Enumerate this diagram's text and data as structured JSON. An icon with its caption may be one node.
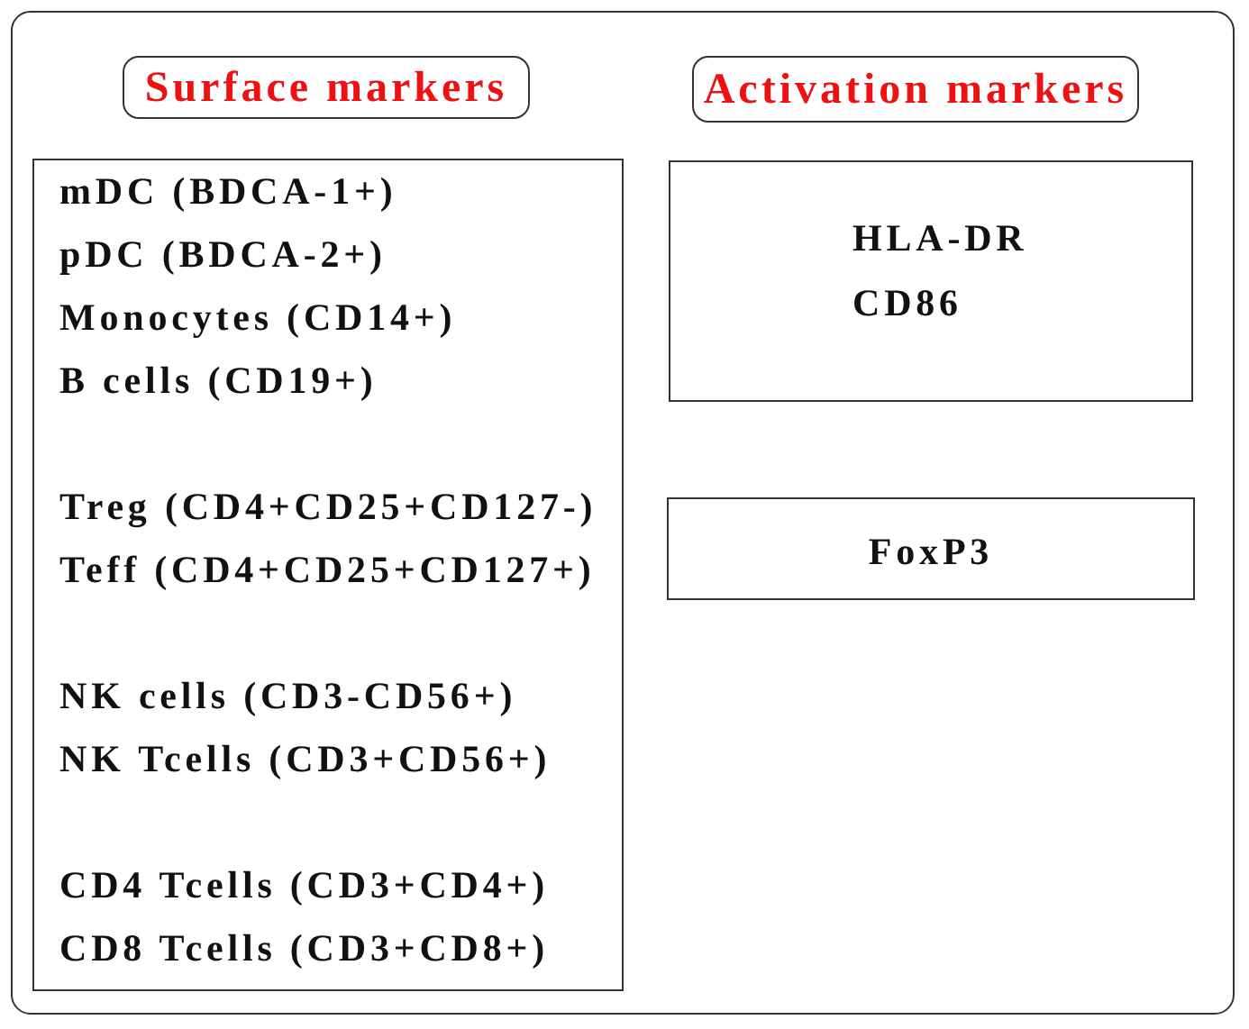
{
  "diagram": {
    "nodes": [
      {
        "text": [
          "Surface markers"
        ]
      },
      {
        "text": [
          "Activation markers"
        ]
      },
      {
        "text": [
          "mDC (BDCA-1+)",
          "pDC (BDCA-2+)",
          "Monocytes (CD14+)",
          "B cells (CD19+)",
          "Treg (CD4+CD25+CD127-)",
          "Teff (CD4+CD25+CD127+)",
          "NK cells (CD3-CD56+)",
          "NK Tcells (CD3+CD56+)",
          "CD4 Tcells (CD3+CD4+)",
          "CD8 Tcells (CD3+CD8+)"
        ]
      },
      {
        "text": [
          "HLA-DR",
          "CD86"
        ]
      },
      {
        "text": [
          "FoxP3"
        ]
      }
    ]
  }
}
